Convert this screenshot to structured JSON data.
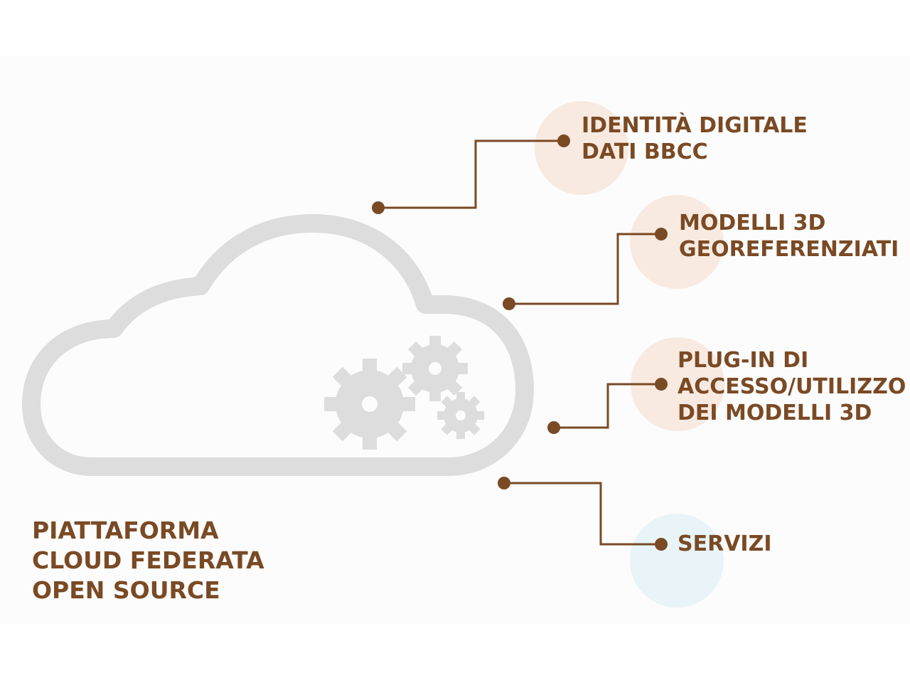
{
  "platform": {
    "title_lines": [
      "PIATTAFORMA",
      "CLOUD FEDERATA",
      "OPEN SOURCE"
    ]
  },
  "items": [
    {
      "label": "IDENTITÀ DIGITALE\nDATI BBCC"
    },
    {
      "label": "MODELLI 3D\nGEOREFERENZIATI"
    },
    {
      "label": "PLUG-IN DI\nACCESSO/UTILIZZO\nDEI MODELLI 3D"
    },
    {
      "label": "SERVIZI"
    }
  ],
  "colors": {
    "accent": "#7a4a24",
    "cloud": "#dddddd",
    "bubble_warm": "#f7e6dc",
    "bubble_cool": "#e6f3f6"
  },
  "icons": [
    "cloud-icon",
    "gears-icon"
  ]
}
